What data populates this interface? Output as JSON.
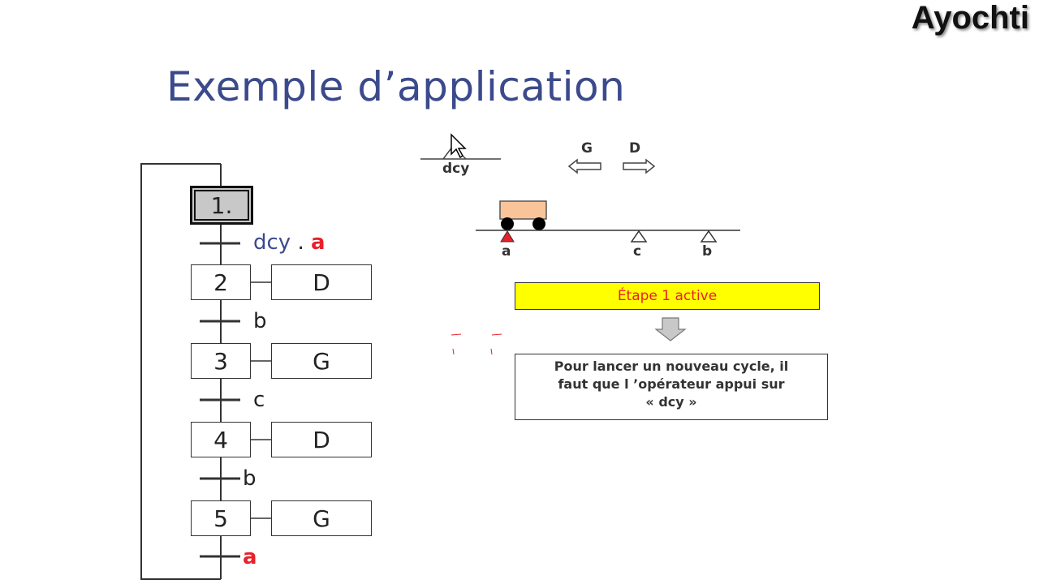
{
  "watermark": "Ayochti",
  "title": "Exemple d’application",
  "grafcet": {
    "steps": [
      {
        "num": "1.",
        "action": ""
      },
      {
        "num": "2",
        "action": "D"
      },
      {
        "num": "3",
        "action": "G"
      },
      {
        "num": "4",
        "action": "D"
      },
      {
        "num": "5",
        "action": "G"
      }
    ],
    "transitions": {
      "t1_part1": "dcy",
      "t1_sep": " . ",
      "t1_part2": "a",
      "t2": "b",
      "t3": "c",
      "t4": "b",
      "t5": "a"
    }
  },
  "scene": {
    "button_label": "dcy",
    "arrow_left_label": "G",
    "arrow_right_label": "D",
    "sensor_a": "a",
    "sensor_b": "b",
    "sensor_c": "c"
  },
  "status_banner": "Étape 1 active",
  "message_line1": "Pour lancer un nouveau cycle, il",
  "message_line2": "faut que l ’opérateur appui sur",
  "message_line3": "« dcy »",
  "colors": {
    "title": "#3b4a8c",
    "highlight": "#e8202a",
    "banner_bg": "#ffff00",
    "cart": "#f9c49a"
  }
}
